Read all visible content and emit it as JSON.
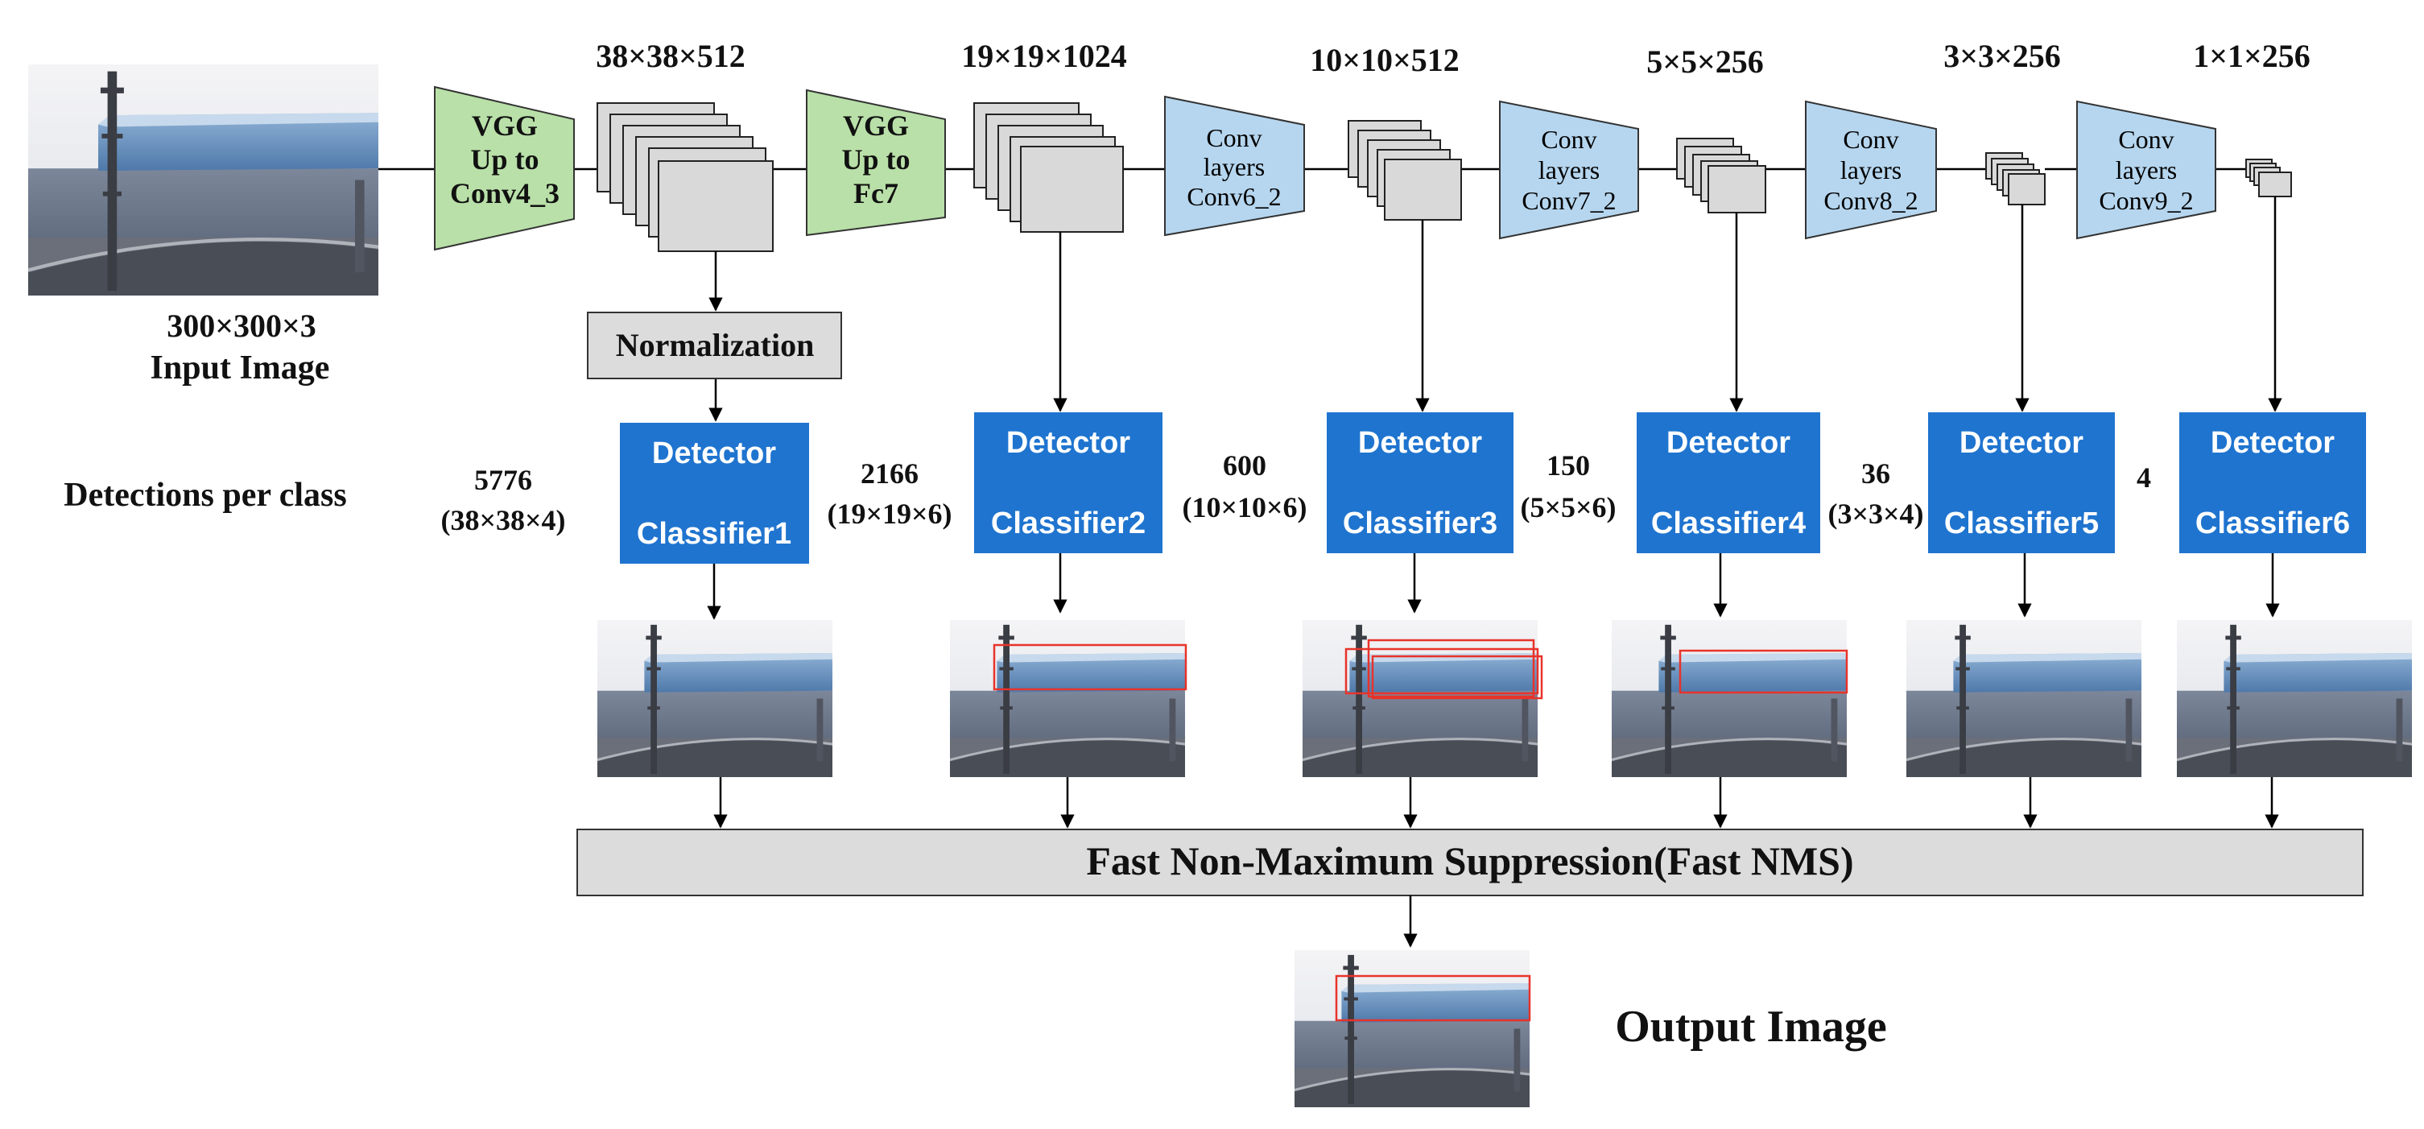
{
  "input": {
    "size": "300×300×3",
    "label": "Input Image"
  },
  "blocks": {
    "vgg1": [
      "VGG",
      "Up to",
      "Conv4_3"
    ],
    "vgg2": [
      "VGG",
      "Up to",
      "Fc7"
    ],
    "conv6": [
      "Conv",
      "layers",
      "Conv6_2"
    ],
    "conv7": [
      "Conv",
      "layers",
      "Conv7_2"
    ],
    "conv8": [
      "Conv",
      "layers",
      "Conv8_2"
    ],
    "conv9": [
      "Conv",
      "layers",
      "Conv9_2"
    ]
  },
  "feature_maps": [
    "38×38×512",
    "19×19×1024",
    "10×10×512",
    "5×5×256",
    "3×3×256",
    "1×1×256"
  ],
  "normalization": "Normalization",
  "detectors": {
    "title": "Detector",
    "classifiers": [
      "Classifier1",
      "Classifier2",
      "Classifier3",
      "Classifier4",
      "Classifier5",
      "Classifier6"
    ]
  },
  "detections_label": "Detections per class",
  "detections": [
    {
      "count": "5776",
      "dims": "(38×38×4)"
    },
    {
      "count": "2166",
      "dims": "(19×19×6)"
    },
    {
      "count": "600",
      "dims": "(10×10×6)"
    },
    {
      "count": "150",
      "dims": "(5×5×6)"
    },
    {
      "count": "36",
      "dims": "(3×3×4)"
    },
    {
      "count": "4",
      "dims": ""
    }
  ],
  "nms": "Fast Non-Maximum Suppression(Fast NMS)",
  "output_label": "Output Image",
  "colors": {
    "vgg_fill": "#b9e0a8",
    "conv_fill": "#b6d6ef",
    "detector_fill": "#1f74cf",
    "map_fill": "#d9d9d9",
    "box_red": "#e8332a",
    "nms_fill": "#dcdcdc"
  }
}
